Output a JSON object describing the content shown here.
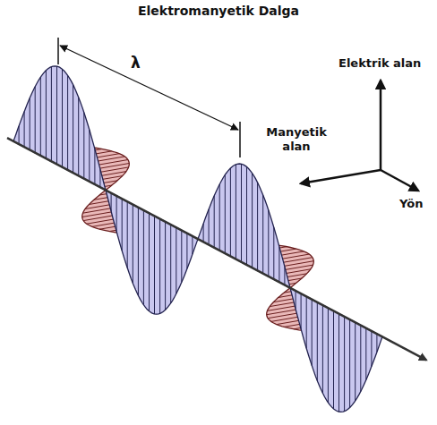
{
  "diagram": {
    "title": "Elektromanyetik Dalga",
    "labels": [
      "λ",
      "Elektrik alan",
      "Manyetik alan",
      "Yön"
    ]
  }
}
